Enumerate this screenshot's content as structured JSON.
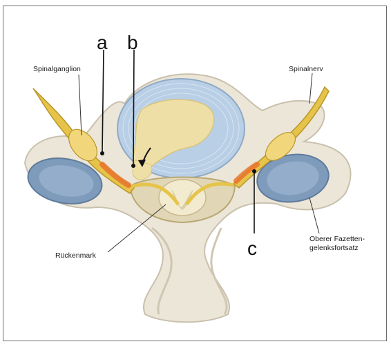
{
  "letters": {
    "a": "a",
    "b": "b",
    "c": "c"
  },
  "labels": {
    "spinalganglion": "Spinalganglion",
    "spinalnerv": "Spinalnerv",
    "rueckenmark": "Rückenmark",
    "facet_line1": "Oberer Fazetten-",
    "facet_line2": "gelenksfortsatz"
  },
  "colors": {
    "bone": "#ece6d8",
    "bone_shadow": "#c9c0ad",
    "disc_outer": "#b8cfe6",
    "disc_core": "#eedfa6",
    "nerve": "#e6c44a",
    "inflammation": "#e8742a",
    "facet_cartilage": "#7f9bbb",
    "spinal_cord": "#f3ebcf"
  }
}
